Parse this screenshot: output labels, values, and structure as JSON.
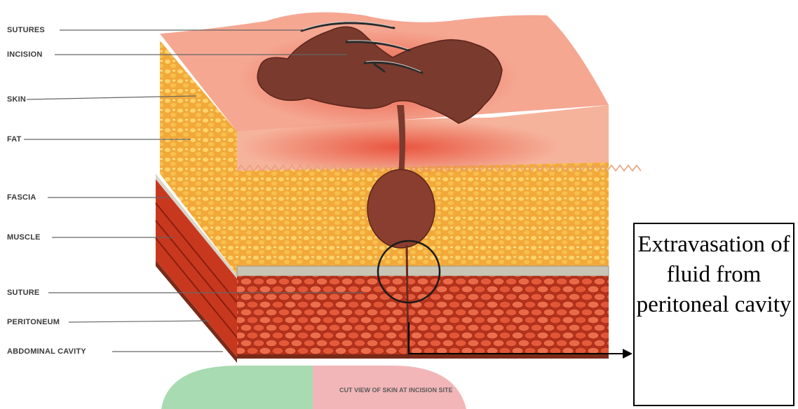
{
  "labels": {
    "sutures": "SUTURES",
    "incision": "INCISION",
    "skin": "SKIN",
    "fat": "FAT",
    "fascia": "FASCIA",
    "muscle": "MUSCLE",
    "suture": "SUTURE",
    "peritoneum": "PERITONEUM",
    "abdominal_cavity": "ABDOMINAL CAVITY"
  },
  "callout": {
    "text": "Extravasation of fluid from peritoneal cavity"
  },
  "caption": "CUT VIEW OF SKIN AT INCISION SITE",
  "colors": {
    "skin": "#f5b29c",
    "inflamed": "#e8503a",
    "fat": "#f2a93a",
    "fascia": "#c9c5b5",
    "muscle": "#d9442a",
    "wound": "#7a3a2e",
    "legend_green": "#a8dbb2",
    "legend_pink": "#f2b6b9"
  }
}
